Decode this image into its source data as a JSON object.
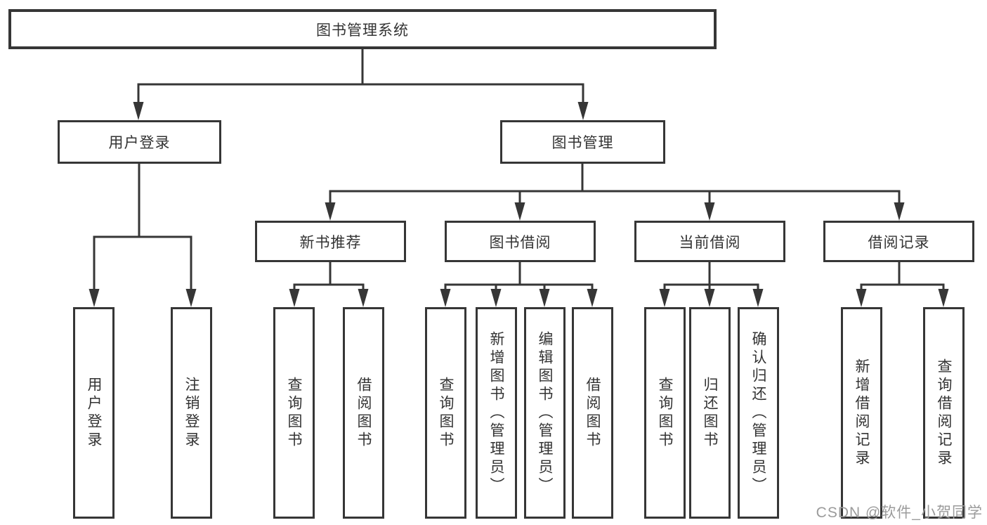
{
  "tree": {
    "label": "图书管理系统",
    "children": [
      {
        "label": "用户登录",
        "children": [
          {
            "label": "用户登录"
          },
          {
            "label": "注销登录"
          }
        ]
      },
      {
        "label": "图书管理",
        "children": [
          {
            "label": "新书推荐",
            "children": [
              {
                "label": "查询图书"
              },
              {
                "label": "借阅图书"
              }
            ]
          },
          {
            "label": "图书借阅",
            "children": [
              {
                "label": "查询图书"
              },
              {
                "label": "新增图书（管理员）"
              },
              {
                "label": "编辑图书（管理员）"
              },
              {
                "label": "借阅图书"
              }
            ]
          },
          {
            "label": "当前借阅",
            "children": [
              {
                "label": "查询图书"
              },
              {
                "label": "归还图书"
              },
              {
                "label": "确认归还（管理员）"
              }
            ]
          },
          {
            "label": "借阅记录",
            "children": [
              {
                "label": "新增借阅记录"
              },
              {
                "label": "查询借阅记录"
              }
            ]
          }
        ]
      }
    ]
  },
  "watermark": {
    "text": "CSDN @软件_小贺同学"
  },
  "colors": {
    "line": "#363636",
    "text": "#333333",
    "background": "#ffffff",
    "watermark": "#9b9b9b"
  }
}
